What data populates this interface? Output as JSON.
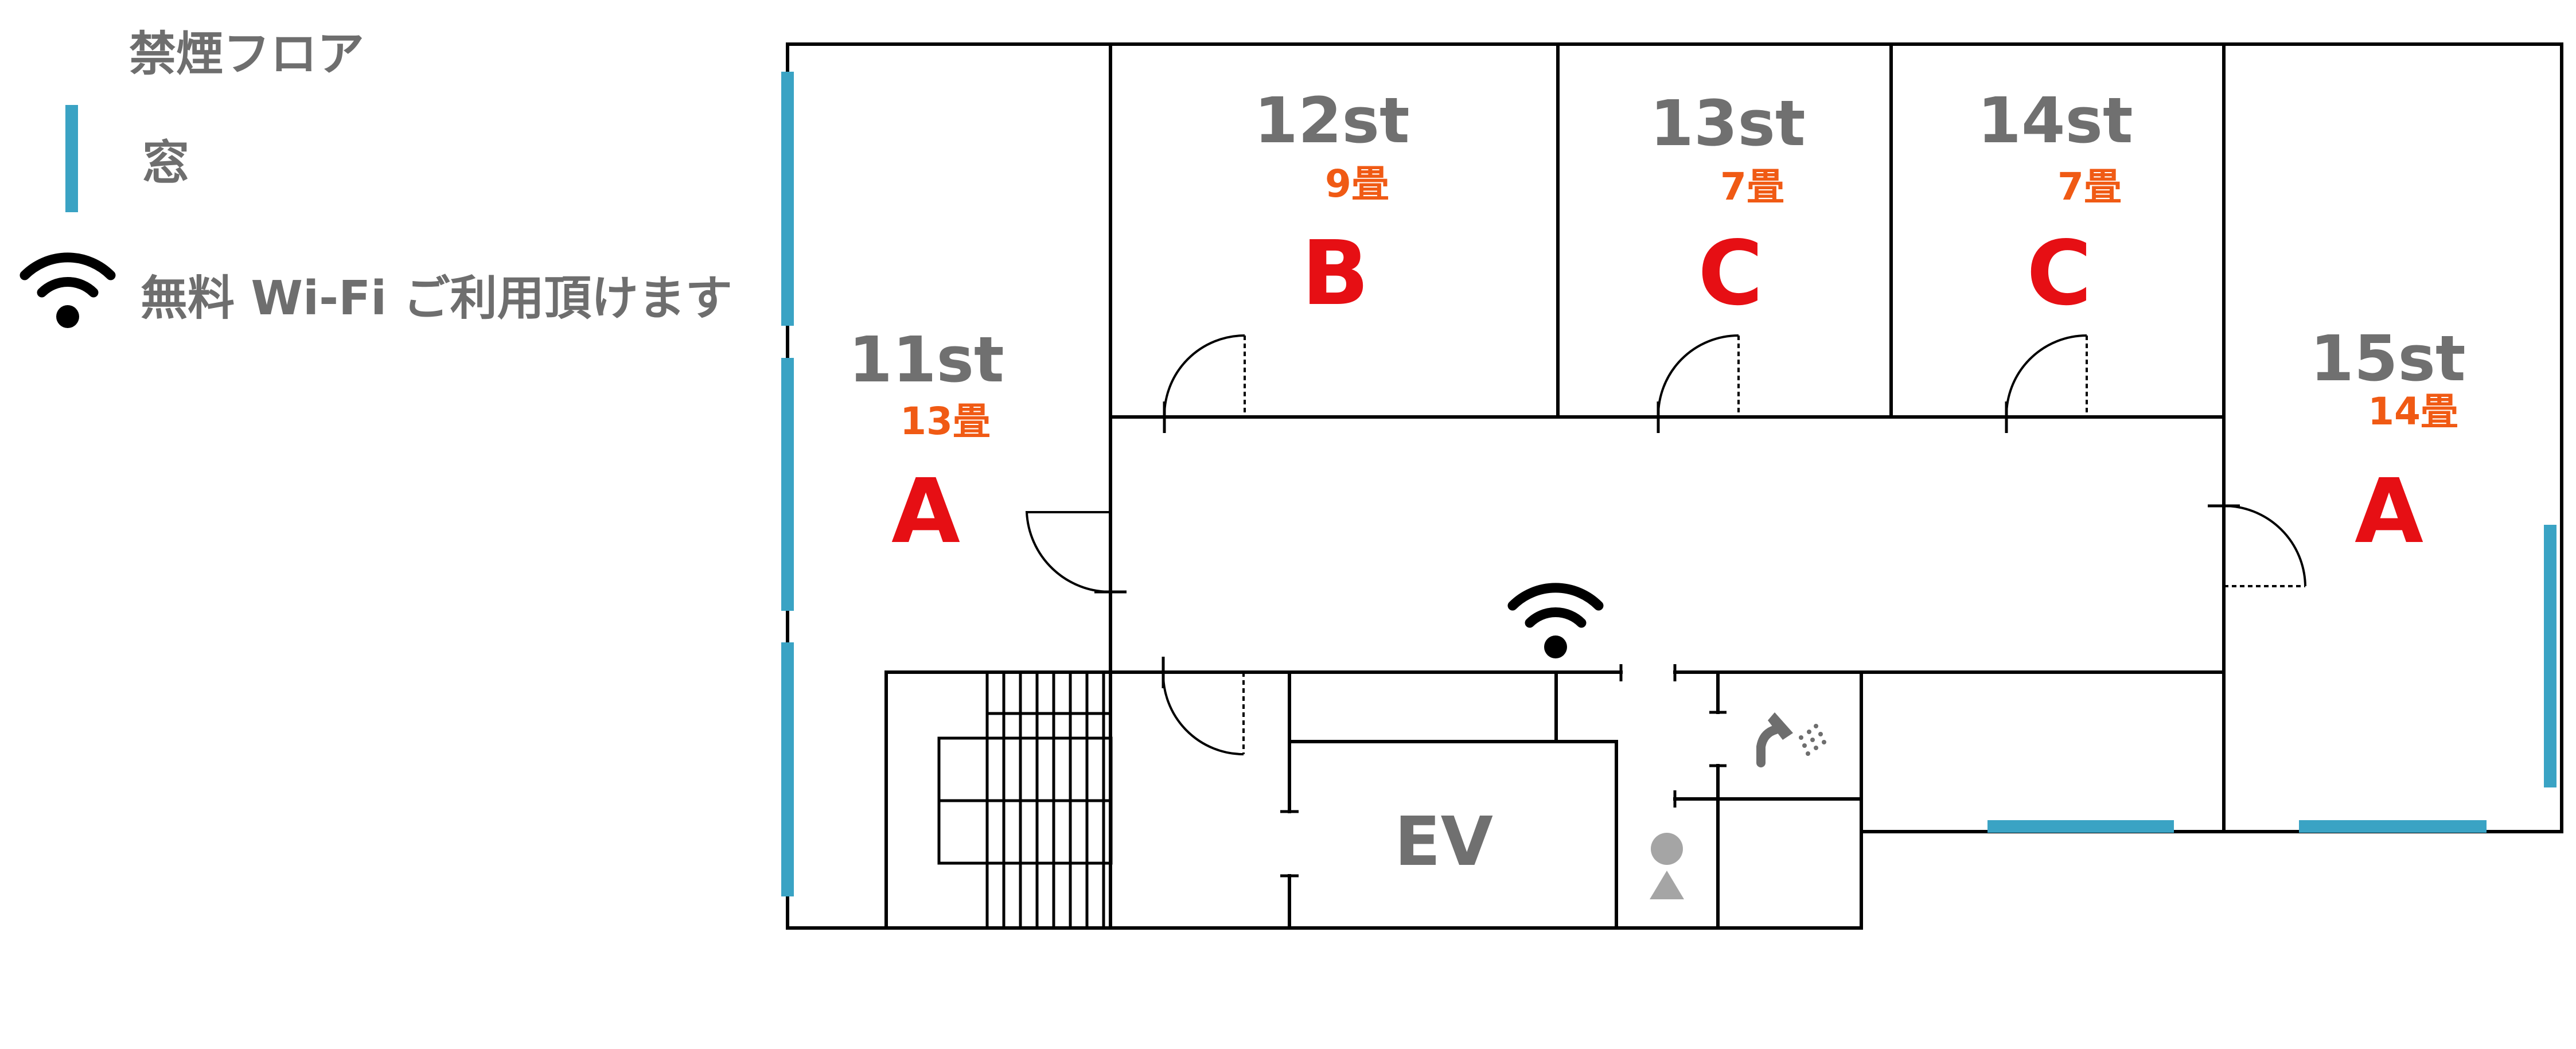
{
  "legend": {
    "non_smoking": "禁煙フロア",
    "window": "窓",
    "wifi": "無料 Wi-Fi ご利用頂けます",
    "window_color": "#3aa3c4",
    "wifi_icon": "wifi-icon"
  },
  "rooms": {
    "r11": {
      "name": "11st",
      "size": "13畳",
      "type": "A"
    },
    "r12": {
      "name": "12st",
      "size": "9畳",
      "type": "B"
    },
    "r13": {
      "name": "13st",
      "size": "7畳",
      "type": "C"
    },
    "r14": {
      "name": "14st",
      "size": "7畳",
      "type": "C"
    },
    "r15": {
      "name": "15st",
      "size": "14畳",
      "type": "A"
    }
  },
  "elevator": {
    "label": "EV"
  },
  "icons": [
    "wifi-icon",
    "shower-icon",
    "restroom-icon",
    "stairs-icon"
  ],
  "colors": {
    "type": "#e60f14",
    "size": "#f05a14",
    "name": "#707070"
  }
}
